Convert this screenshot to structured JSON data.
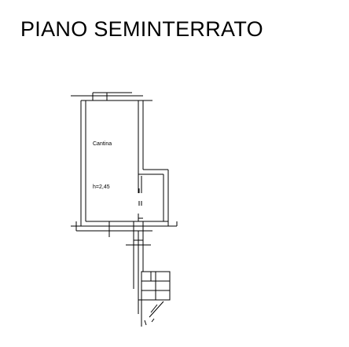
{
  "title": "PIANO SEMINTERRATO",
  "plan": {
    "room_name": "Cantina",
    "room_height": "h=2,45"
  },
  "colors": {
    "ink": "#000000",
    "background": "#ffffff"
  }
}
